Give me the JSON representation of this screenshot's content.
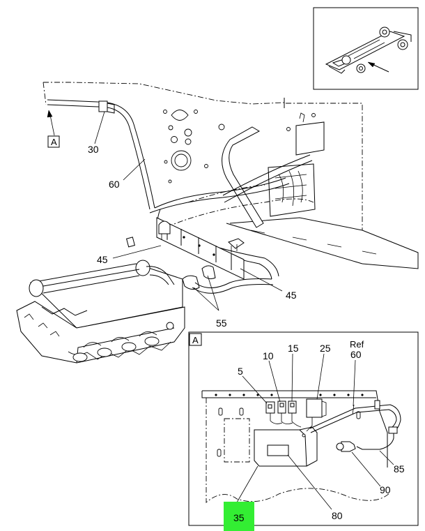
{
  "callouts": {
    "c30": "30",
    "c60": "60",
    "c45a": "45",
    "c45b": "45",
    "c55": "55",
    "view_ref_main": "A",
    "view_title": "A",
    "c5": "5",
    "c10": "10",
    "c15": "15",
    "c25": "25",
    "ref_label": "Ref",
    "c60_ref": "60",
    "c85": "85",
    "c90": "90",
    "c80": "80",
    "c35": "35"
  },
  "colors": {
    "highlight": "#33ee33",
    "line": "#000000",
    "background": "#ffffff"
  }
}
